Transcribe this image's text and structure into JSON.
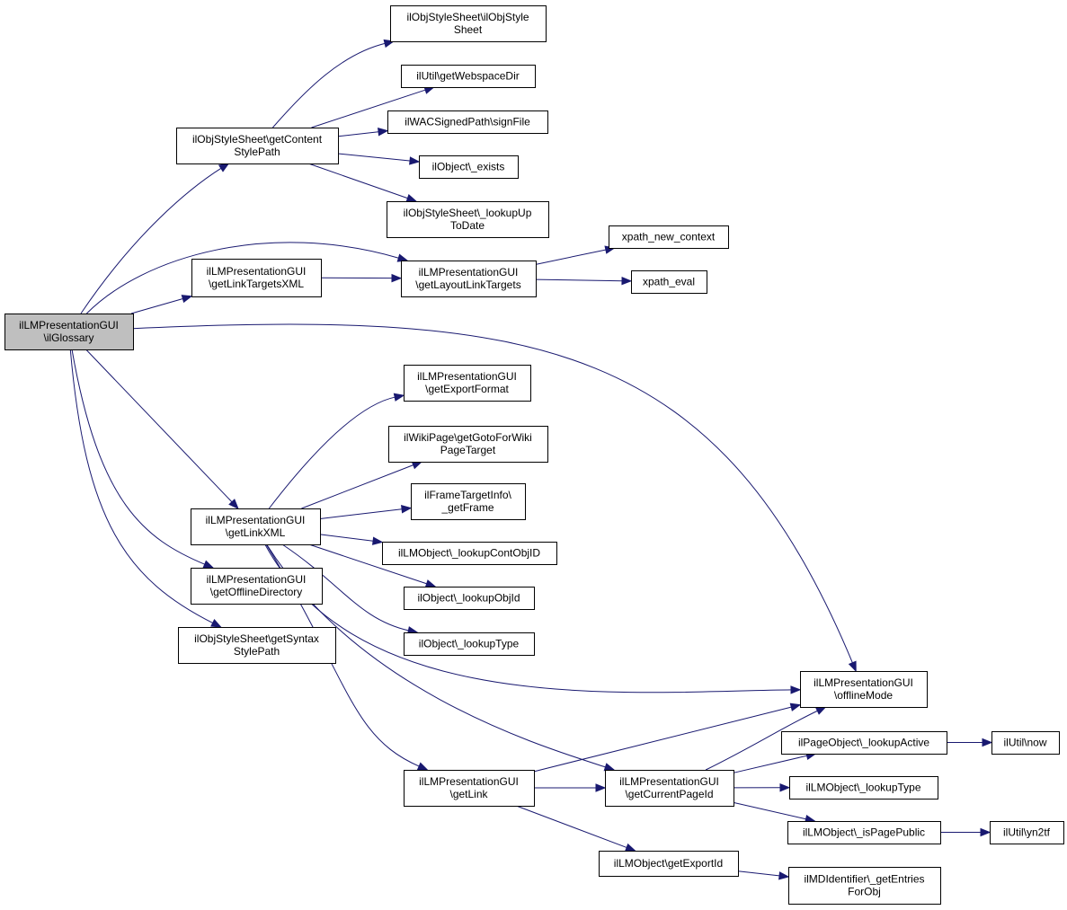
{
  "graph": {
    "nodes": [
      {
        "id": "root",
        "lines": [
          "ilLMPresentationGUI",
          "\\ilGlossary"
        ],
        "root": true
      },
      {
        "id": "getContentStylePath",
        "lines": [
          "ilObjStyleSheet\\getContent",
          "StylePath"
        ]
      },
      {
        "id": "ilObjStyleSheetCtor",
        "lines": [
          "ilObjStyleSheet\\ilObjStyle",
          "Sheet"
        ]
      },
      {
        "id": "getWebspaceDir",
        "lines": [
          "ilUtil\\getWebspaceDir"
        ]
      },
      {
        "id": "signFile",
        "lines": [
          "ilWACSignedPath\\signFile"
        ]
      },
      {
        "id": "exists",
        "lines": [
          "ilObject\\_exists"
        ]
      },
      {
        "id": "lookupUpToDate",
        "lines": [
          "ilObjStyleSheet\\_lookupUp",
          "ToDate"
        ]
      },
      {
        "id": "getLinkTargetsXML",
        "lines": [
          "ilLMPresentationGUI",
          "\\getLinkTargetsXML"
        ]
      },
      {
        "id": "getLayoutLinkTargets",
        "lines": [
          "ilLMPresentationGUI",
          "\\getLayoutLinkTargets"
        ]
      },
      {
        "id": "xpathNewContext",
        "lines": [
          "xpath_new_context"
        ]
      },
      {
        "id": "xpathEval",
        "lines": [
          "xpath_eval"
        ]
      },
      {
        "id": "getExportFormat",
        "lines": [
          "ilLMPresentationGUI",
          "\\getExportFormat"
        ]
      },
      {
        "id": "getGotoForWikiPageTarget",
        "lines": [
          "ilWikiPage\\getGotoForWiki",
          "PageTarget"
        ]
      },
      {
        "id": "getFrame",
        "lines": [
          "ilFrameTargetInfo\\",
          "_getFrame"
        ]
      },
      {
        "id": "getLinkXML",
        "lines": [
          "ilLMPresentationGUI",
          "\\getLinkXML"
        ]
      },
      {
        "id": "lookupContObjID",
        "lines": [
          "ilLMObject\\_lookupContObjID"
        ]
      },
      {
        "id": "lookupObjId",
        "lines": [
          "ilObject\\_lookupObjId"
        ]
      },
      {
        "id": "getOfflineDirectory",
        "lines": [
          "ilLMPresentationGUI",
          "\\getOfflineDirectory"
        ]
      },
      {
        "id": "lookupType",
        "lines": [
          "ilObject\\_lookupType"
        ]
      },
      {
        "id": "getSyntaxStylePath",
        "lines": [
          "ilObjStyleSheet\\getSyntax",
          "StylePath"
        ]
      },
      {
        "id": "offlineMode",
        "lines": [
          "ilLMPresentationGUI",
          "\\offlineMode"
        ]
      },
      {
        "id": "lookupActive",
        "lines": [
          "ilPageObject\\_lookupActive"
        ]
      },
      {
        "id": "now",
        "lines": [
          "ilUtil\\now"
        ]
      },
      {
        "id": "getLink",
        "lines": [
          "ilLMPresentationGUI",
          "\\getLink"
        ]
      },
      {
        "id": "getCurrentPageId",
        "lines": [
          "ilLMPresentationGUI",
          "\\getCurrentPageId"
        ]
      },
      {
        "id": "lmLookupType",
        "lines": [
          "ilLMObject\\_lookupType"
        ]
      },
      {
        "id": "isPagePublic",
        "lines": [
          "ilLMObject\\_isPagePublic"
        ]
      },
      {
        "id": "yn2tf",
        "lines": [
          "ilUtil\\yn2tf"
        ]
      },
      {
        "id": "getExportId",
        "lines": [
          "ilLMObject\\getExportId"
        ]
      },
      {
        "id": "getEntriesForObj",
        "lines": [
          "ilMDIdentifier\\_getEntries",
          "ForObj"
        ]
      }
    ],
    "edges": [
      {
        "from": "root",
        "to": "getContentStylePath"
      },
      {
        "from": "root",
        "to": "getLinkTargetsXML"
      },
      {
        "from": "root",
        "to": "getLayoutLinkTargets"
      },
      {
        "from": "root",
        "to": "offlineMode"
      },
      {
        "from": "root",
        "to": "getLinkXML"
      },
      {
        "from": "root",
        "to": "getOfflineDirectory"
      },
      {
        "from": "root",
        "to": "getSyntaxStylePath"
      },
      {
        "from": "getContentStylePath",
        "to": "ilObjStyleSheetCtor"
      },
      {
        "from": "getContentStylePath",
        "to": "getWebspaceDir"
      },
      {
        "from": "getContentStylePath",
        "to": "signFile"
      },
      {
        "from": "getContentStylePath",
        "to": "exists"
      },
      {
        "from": "getContentStylePath",
        "to": "lookupUpToDate"
      },
      {
        "from": "getLinkTargetsXML",
        "to": "getLayoutLinkTargets"
      },
      {
        "from": "getLayoutLinkTargets",
        "to": "xpathNewContext"
      },
      {
        "from": "getLayoutLinkTargets",
        "to": "xpathEval"
      },
      {
        "from": "getLinkXML",
        "to": "getExportFormat"
      },
      {
        "from": "getLinkXML",
        "to": "getGotoForWikiPageTarget"
      },
      {
        "from": "getLinkXML",
        "to": "getFrame"
      },
      {
        "from": "getLinkXML",
        "to": "lookupContObjID"
      },
      {
        "from": "getLinkXML",
        "to": "lookupObjId"
      },
      {
        "from": "getLinkXML",
        "to": "lookupType"
      },
      {
        "from": "getLinkXML",
        "to": "offlineMode"
      },
      {
        "from": "getLinkXML",
        "to": "getCurrentPageId"
      },
      {
        "from": "getLinkXML",
        "to": "getLink"
      },
      {
        "from": "getLink",
        "to": "offlineMode"
      },
      {
        "from": "getLink",
        "to": "getCurrentPageId"
      },
      {
        "from": "getLink",
        "to": "getExportId"
      },
      {
        "from": "getCurrentPageId",
        "to": "offlineMode"
      },
      {
        "from": "getCurrentPageId",
        "to": "lookupActive"
      },
      {
        "from": "getCurrentPageId",
        "to": "lmLookupType"
      },
      {
        "from": "getCurrentPageId",
        "to": "isPagePublic"
      },
      {
        "from": "lookupActive",
        "to": "now"
      },
      {
        "from": "isPagePublic",
        "to": "yn2tf"
      },
      {
        "from": "getExportId",
        "to": "getEntriesForObj"
      }
    ]
  }
}
